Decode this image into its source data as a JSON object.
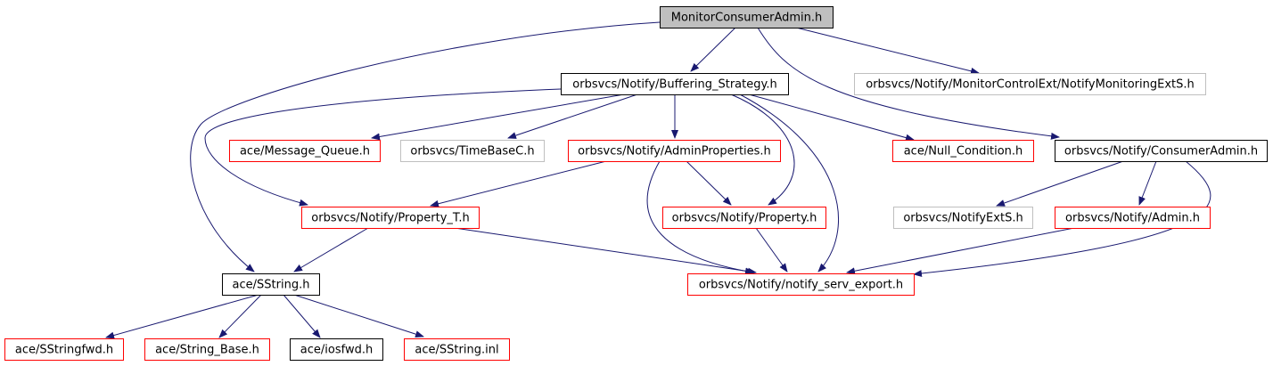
{
  "colors": {
    "edge": "#191970",
    "root_fill": "#bfbfbf",
    "border_documented": "#000000",
    "border_red": "#ff0000",
    "border_undocumented": "#bfbfbf",
    "text": "#000000"
  },
  "nodes": [
    {
      "id": "root",
      "label": "MonitorConsumerAdmin.h",
      "kind": "root"
    },
    {
      "id": "buffering",
      "label": "orbsvcs/Notify/Buffering_Strategy.h",
      "kind": "documented"
    },
    {
      "id": "monitorext",
      "label": "orbsvcs/Notify/MonitorControlExt/NotifyMonitoringExtS.h",
      "kind": "undocumented"
    },
    {
      "id": "msgqueue",
      "label": "ace/Message_Queue.h",
      "kind": "red"
    },
    {
      "id": "timebase",
      "label": "orbsvcs/TimeBaseC.h",
      "kind": "undocumented"
    },
    {
      "id": "adminprops",
      "label": "orbsvcs/Notify/AdminProperties.h",
      "kind": "red"
    },
    {
      "id": "nullcond",
      "label": "ace/Null_Condition.h",
      "kind": "red"
    },
    {
      "id": "consumeradmin",
      "label": "orbsvcs/Notify/ConsumerAdmin.h",
      "kind": "documented"
    },
    {
      "id": "propertyt",
      "label": "orbsvcs/Notify/Property_T.h",
      "kind": "red"
    },
    {
      "id": "property",
      "label": "orbsvcs/Notify/Property.h",
      "kind": "red"
    },
    {
      "id": "notifyexts",
      "label": "orbsvcs/NotifyExtS.h",
      "kind": "undocumented"
    },
    {
      "id": "admin",
      "label": "orbsvcs/Notify/Admin.h",
      "kind": "red"
    },
    {
      "id": "sstring",
      "label": "ace/SString.h",
      "kind": "documented"
    },
    {
      "id": "servexport",
      "label": "orbsvcs/Notify/notify_serv_export.h",
      "kind": "red"
    },
    {
      "id": "sstringfwd",
      "label": "ace/SStringfwd.h",
      "kind": "red"
    },
    {
      "id": "stringbase",
      "label": "ace/String_Base.h",
      "kind": "red"
    },
    {
      "id": "iosfwd",
      "label": "ace/iosfwd.h",
      "kind": "documented"
    },
    {
      "id": "sstringinl",
      "label": "ace/SString.inl",
      "kind": "red"
    }
  ],
  "edges": [
    {
      "from": "root",
      "to": "buffering"
    },
    {
      "from": "root",
      "to": "monitorext"
    },
    {
      "from": "root",
      "to": "consumeradmin"
    },
    {
      "from": "root",
      "to": "sstring"
    },
    {
      "from": "buffering",
      "to": "msgqueue"
    },
    {
      "from": "buffering",
      "to": "timebase"
    },
    {
      "from": "buffering",
      "to": "adminprops"
    },
    {
      "from": "buffering",
      "to": "nullcond"
    },
    {
      "from": "buffering",
      "to": "propertyt"
    },
    {
      "from": "buffering",
      "to": "property"
    },
    {
      "from": "buffering",
      "to": "servexport"
    },
    {
      "from": "adminprops",
      "to": "propertyt"
    },
    {
      "from": "adminprops",
      "to": "property"
    },
    {
      "from": "adminprops",
      "to": "servexport"
    },
    {
      "from": "consumeradmin",
      "to": "notifyexts"
    },
    {
      "from": "consumeradmin",
      "to": "admin"
    },
    {
      "from": "consumeradmin",
      "to": "servexport"
    },
    {
      "from": "propertyt",
      "to": "sstring"
    },
    {
      "from": "propertyt",
      "to": "servexport"
    },
    {
      "from": "property",
      "to": "servexport"
    },
    {
      "from": "admin",
      "to": "servexport"
    },
    {
      "from": "sstring",
      "to": "sstringfwd"
    },
    {
      "from": "sstring",
      "to": "stringbase"
    },
    {
      "from": "sstring",
      "to": "iosfwd"
    },
    {
      "from": "sstring",
      "to": "sstringinl"
    }
  ]
}
